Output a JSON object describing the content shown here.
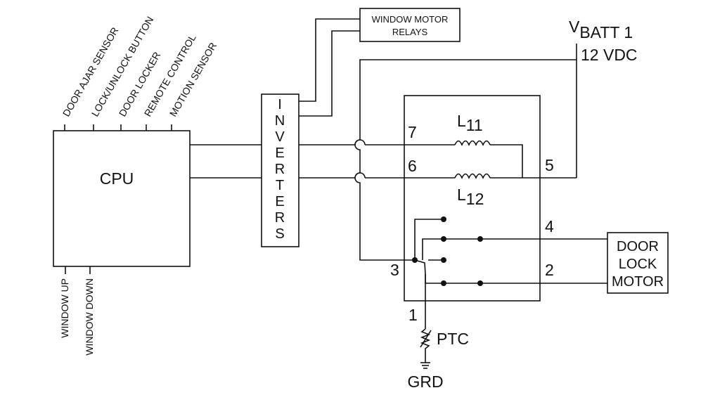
{
  "cpu": {
    "label": "CPU",
    "inputs": [
      "DOOR AJAR SENSOR",
      "LOCK/UNLOCK BUTTON",
      "DOOR LOCKER",
      "REMOTE CONTROL",
      "MOTION SENSOR"
    ],
    "outputs": [
      "WINDOW UP",
      "WINDOW DOWN"
    ]
  },
  "inverters": {
    "letters": [
      "I",
      "N",
      "V",
      "E",
      "R",
      "T",
      "E",
      "R",
      "S"
    ]
  },
  "window_motor_relays": {
    "line1": "WINDOW MOTOR",
    "line2": "RELAYS"
  },
  "supply": {
    "v": "V",
    "sub": "BATT 1",
    "volts": "12 VDC"
  },
  "relay": {
    "coil_top": {
      "l": "L",
      "sub": "11"
    },
    "coil_bottom": {
      "l": "L",
      "sub": "12"
    },
    "pins": {
      "p1": "1",
      "p2": "2",
      "p3": "3",
      "p4": "4",
      "p5": "5",
      "p6": "6",
      "p7": "7"
    }
  },
  "door_lock_motor": {
    "line1": "DOOR",
    "line2": "LOCK",
    "line3": "MOTOR"
  },
  "ptc": {
    "label": "PTC"
  },
  "ground": {
    "label": "GRD"
  }
}
